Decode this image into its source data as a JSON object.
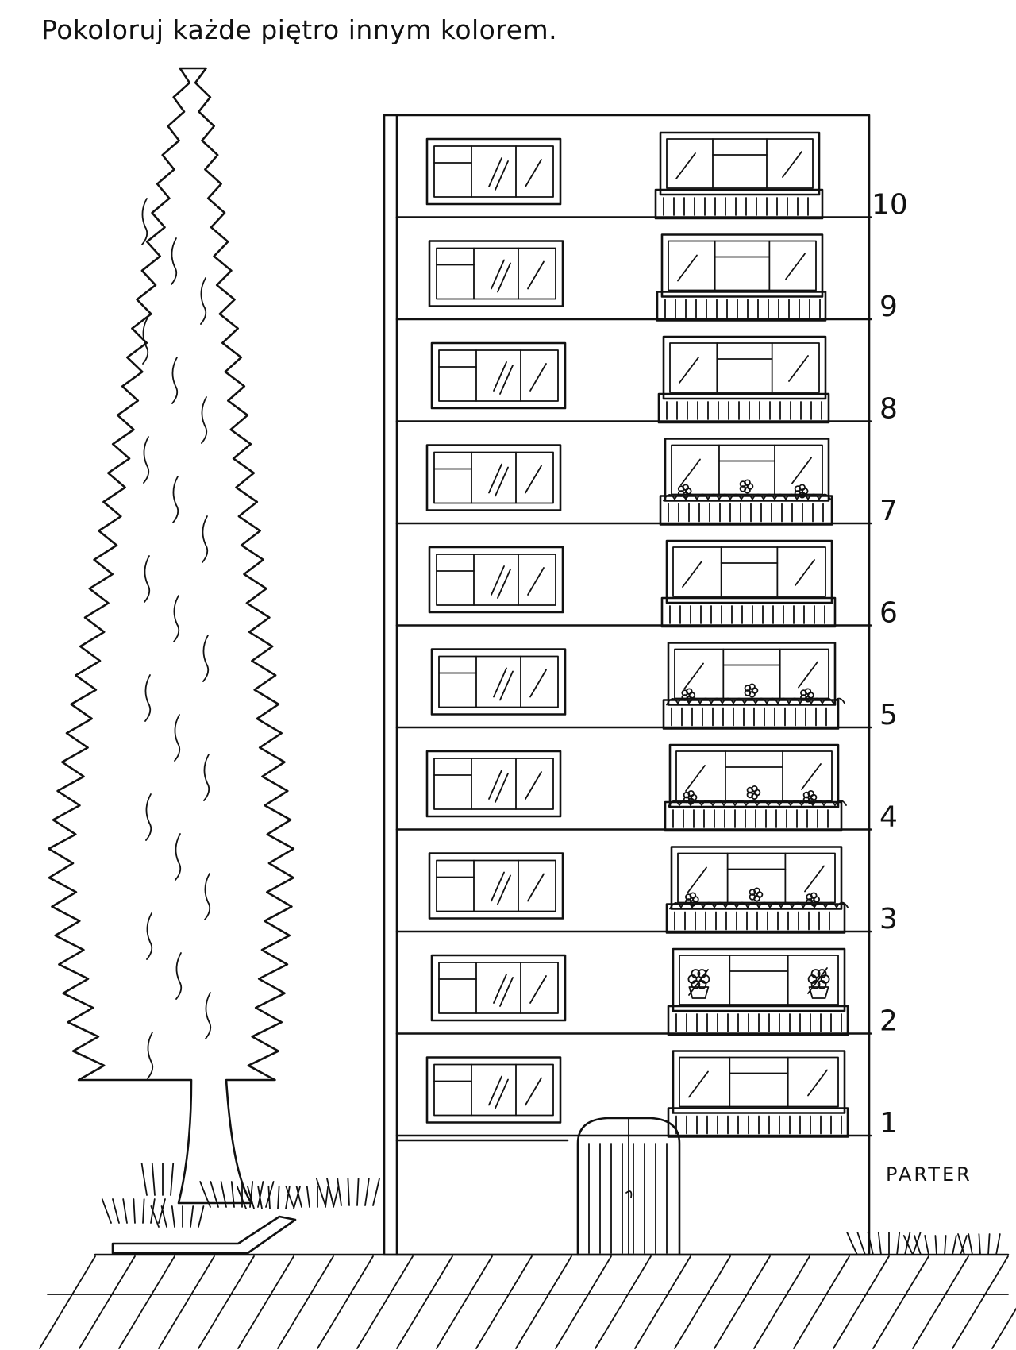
{
  "instruction": "Pokoloruj każde piętro innym kolorem.",
  "floors": [
    "10",
    "9",
    "8",
    "7",
    "6",
    "5",
    "4",
    "3",
    "2",
    "1"
  ],
  "ground_floor_label": "PARTER",
  "balcony_flowers": {
    "7": "flowers",
    "5": "flowers",
    "4": "flowers",
    "3": "flowers",
    "2": "flower-pots"
  },
  "icons": [
    "cypress-tree-icon",
    "building-icon",
    "door-icon",
    "grass-icon",
    "flower-icon"
  ],
  "line_color": "#111111",
  "background_color": "#ffffff"
}
